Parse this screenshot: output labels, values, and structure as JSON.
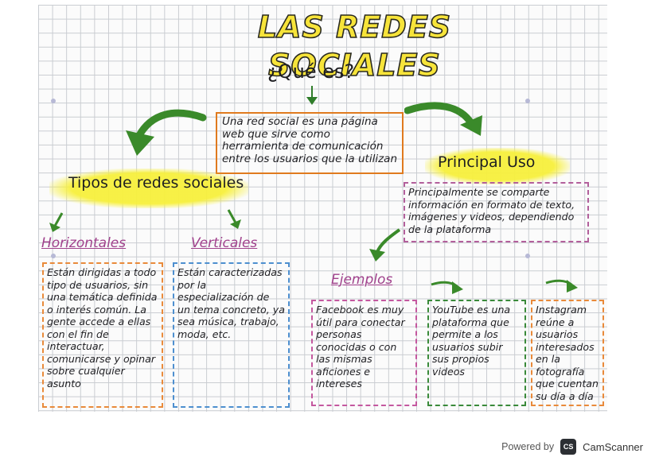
{
  "title": "LAS REDES SOCIALES",
  "question": "¿Qué es?",
  "definition": "Una red social es una página web que sirve como herramienta de comunicación entre los usuarios que la utilizan",
  "types_heading": "Tipos de redes sociales",
  "use_heading": "Principal Uso",
  "use_text": "Principalmente se comparte información en formato de texto, imágenes y videos, dependiendo de la plataforma",
  "horizontal": {
    "label": "Horizontales",
    "text": "Están dirigidas a todo tipo de usuarios, sin una temática definida o interés común. La gente accede a ellas con el fin de interactuar, comunicarse y opinar sobre cualquier asunto"
  },
  "vertical": {
    "label": "Verticales",
    "text": "Están caracterizadas por la especialización de un tema concreto, ya sea música, trabajo, moda, etc."
  },
  "examples_label": "Ejemplos",
  "examples": [
    {
      "text": "Facebook es muy útil para conectar personas conocidas o con las mismas aficiones e intereses"
    },
    {
      "text": "YouTube es una plataforma que permite a los usuarios subir sus propios videos"
    },
    {
      "text": "Instagram reúne a usuarios interesados en la fotografía que cuentan su día a día"
    }
  ],
  "footer": {
    "powered_by": "Powered by",
    "logo_text": "CS",
    "brand": "CamScanner"
  },
  "colors": {
    "title_fill": "#f7e43a",
    "highlight": "#f7f03c",
    "arrow_green": "#3a8a2a",
    "category_purple": "#a0418c",
    "definition_border": "#e07a1e"
  }
}
